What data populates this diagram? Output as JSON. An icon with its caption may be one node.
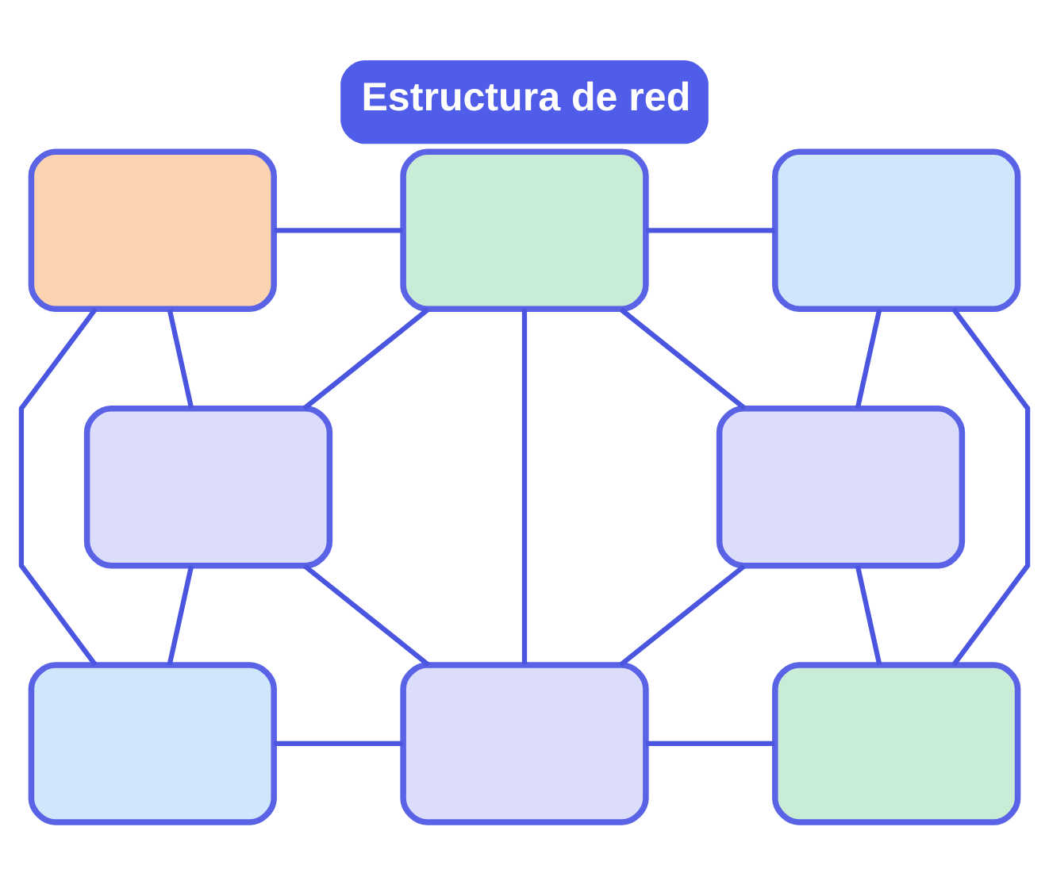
{
  "diagram": {
    "title": "Estructura de red",
    "nodes": [
      {
        "text": [],
        "shape": "box"
      },
      {
        "text": [],
        "shape": "box"
      },
      {
        "text": [],
        "shape": "box"
      },
      {
        "text": [],
        "shape": "box"
      },
      {
        "text": [],
        "shape": "box"
      },
      {
        "text": [],
        "shape": "box"
      },
      {
        "text": [],
        "shape": "box"
      },
      {
        "text": [],
        "shape": "box"
      }
    ],
    "edges": [
      {
        "from": 0,
        "to": 1,
        "arrow": "none"
      },
      {
        "from": 1,
        "to": 2,
        "arrow": "none"
      },
      {
        "from": 0,
        "to": 3,
        "arrow": "none"
      },
      {
        "from": 1,
        "to": 3,
        "arrow": "none"
      },
      {
        "from": 1,
        "to": 4,
        "arrow": "none"
      },
      {
        "from": 2,
        "to": 4,
        "arrow": "none"
      },
      {
        "from": 0,
        "to": 5,
        "arrow": "none"
      },
      {
        "from": 1,
        "to": 6,
        "arrow": "none"
      },
      {
        "from": 2,
        "to": 7,
        "arrow": "none"
      },
      {
        "from": 3,
        "to": 5,
        "arrow": "none"
      },
      {
        "from": 3,
        "to": 6,
        "arrow": "none"
      },
      {
        "from": 4,
        "to": 6,
        "arrow": "none"
      },
      {
        "from": 4,
        "to": 7,
        "arrow": "none"
      },
      {
        "from": 5,
        "to": 6,
        "arrow": "none"
      },
      {
        "from": 6,
        "to": 7,
        "arrow": "none"
      }
    ]
  }
}
